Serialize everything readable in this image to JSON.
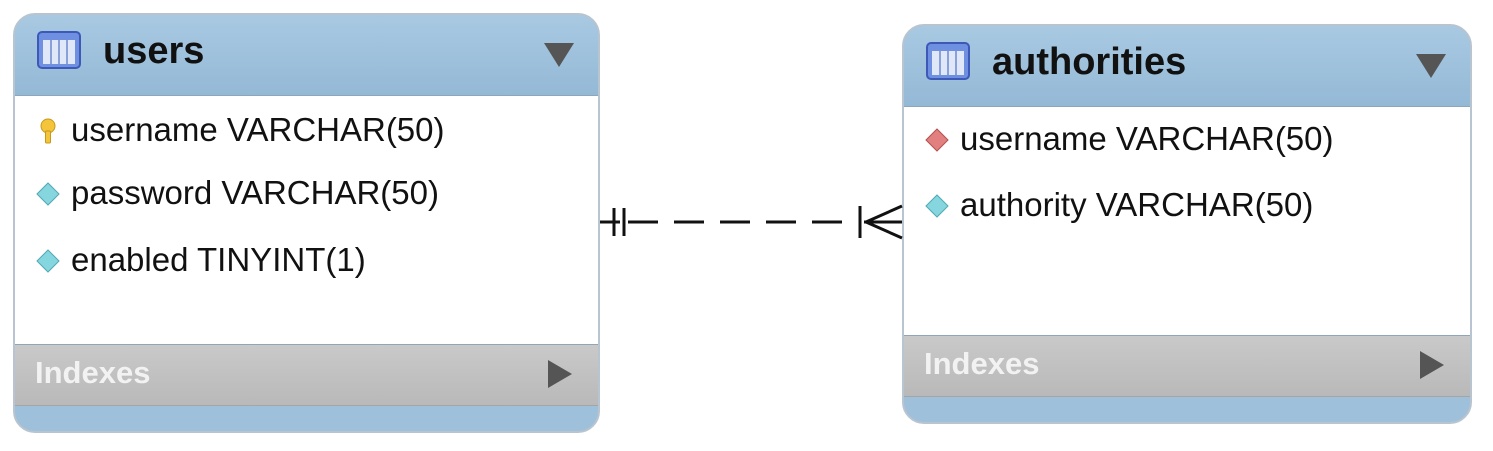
{
  "tables": [
    {
      "title": "users",
      "columns": [
        {
          "label": "username VARCHAR(50)",
          "icon": "primary-key-icon"
        },
        {
          "label": "password VARCHAR(50)",
          "icon": "column-diamond-icon"
        },
        {
          "label": "enabled TINYINT(1)",
          "icon": "column-diamond-icon"
        }
      ],
      "indexes_label": "Indexes"
    },
    {
      "title": "authorities",
      "columns": [
        {
          "label": "username VARCHAR(50)",
          "icon": "foreign-key-diamond-icon"
        },
        {
          "label": "authority VARCHAR(50)",
          "icon": "column-diamond-icon"
        }
      ],
      "indexes_label": "Indexes"
    }
  ],
  "relationship": {
    "from": "users",
    "to": "authorities",
    "from_cardinality": "one-and-only-one",
    "to_cardinality": "one-or-many",
    "style": "dashed"
  },
  "colors": {
    "header": "#9ec0da",
    "indexes": "#c2c2c2",
    "column_diamond": "#7fd3dc",
    "foreign_key_diamond": "#e07a7a",
    "key": "#f2c230"
  }
}
